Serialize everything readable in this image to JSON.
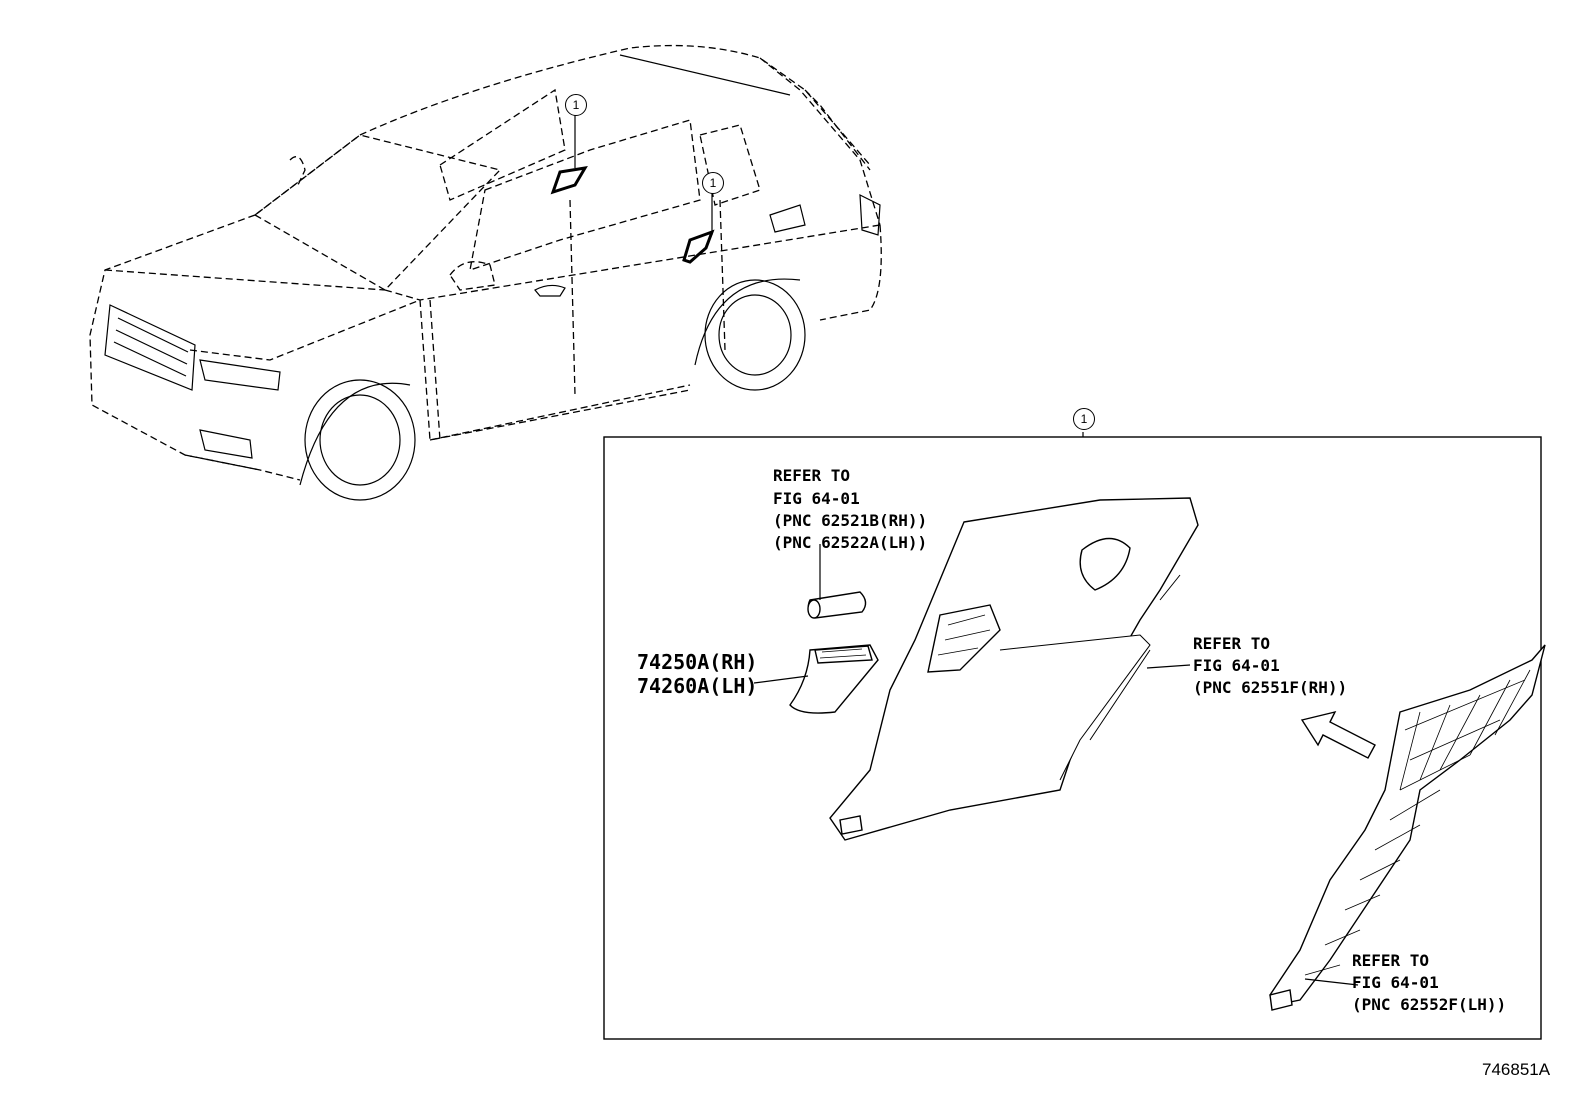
{
  "diagram": {
    "callout_label": "1",
    "refs": {
      "a": [
        "REFER TO",
        "FIG 64-01",
        "(PNC 62521B(RH))",
        "(PNC 62522A(LH))"
      ],
      "b": [
        "REFER TO",
        "FIG 64-01",
        "(PNC 62551F(RH))"
      ],
      "c": [
        "REFER TO",
        "FIG 64-01",
        "(PNC 62552F(LH))"
      ]
    },
    "part_numbers": [
      "74250A(RH)",
      "74260A(LH)"
    ],
    "figure_code": "746851A"
  }
}
